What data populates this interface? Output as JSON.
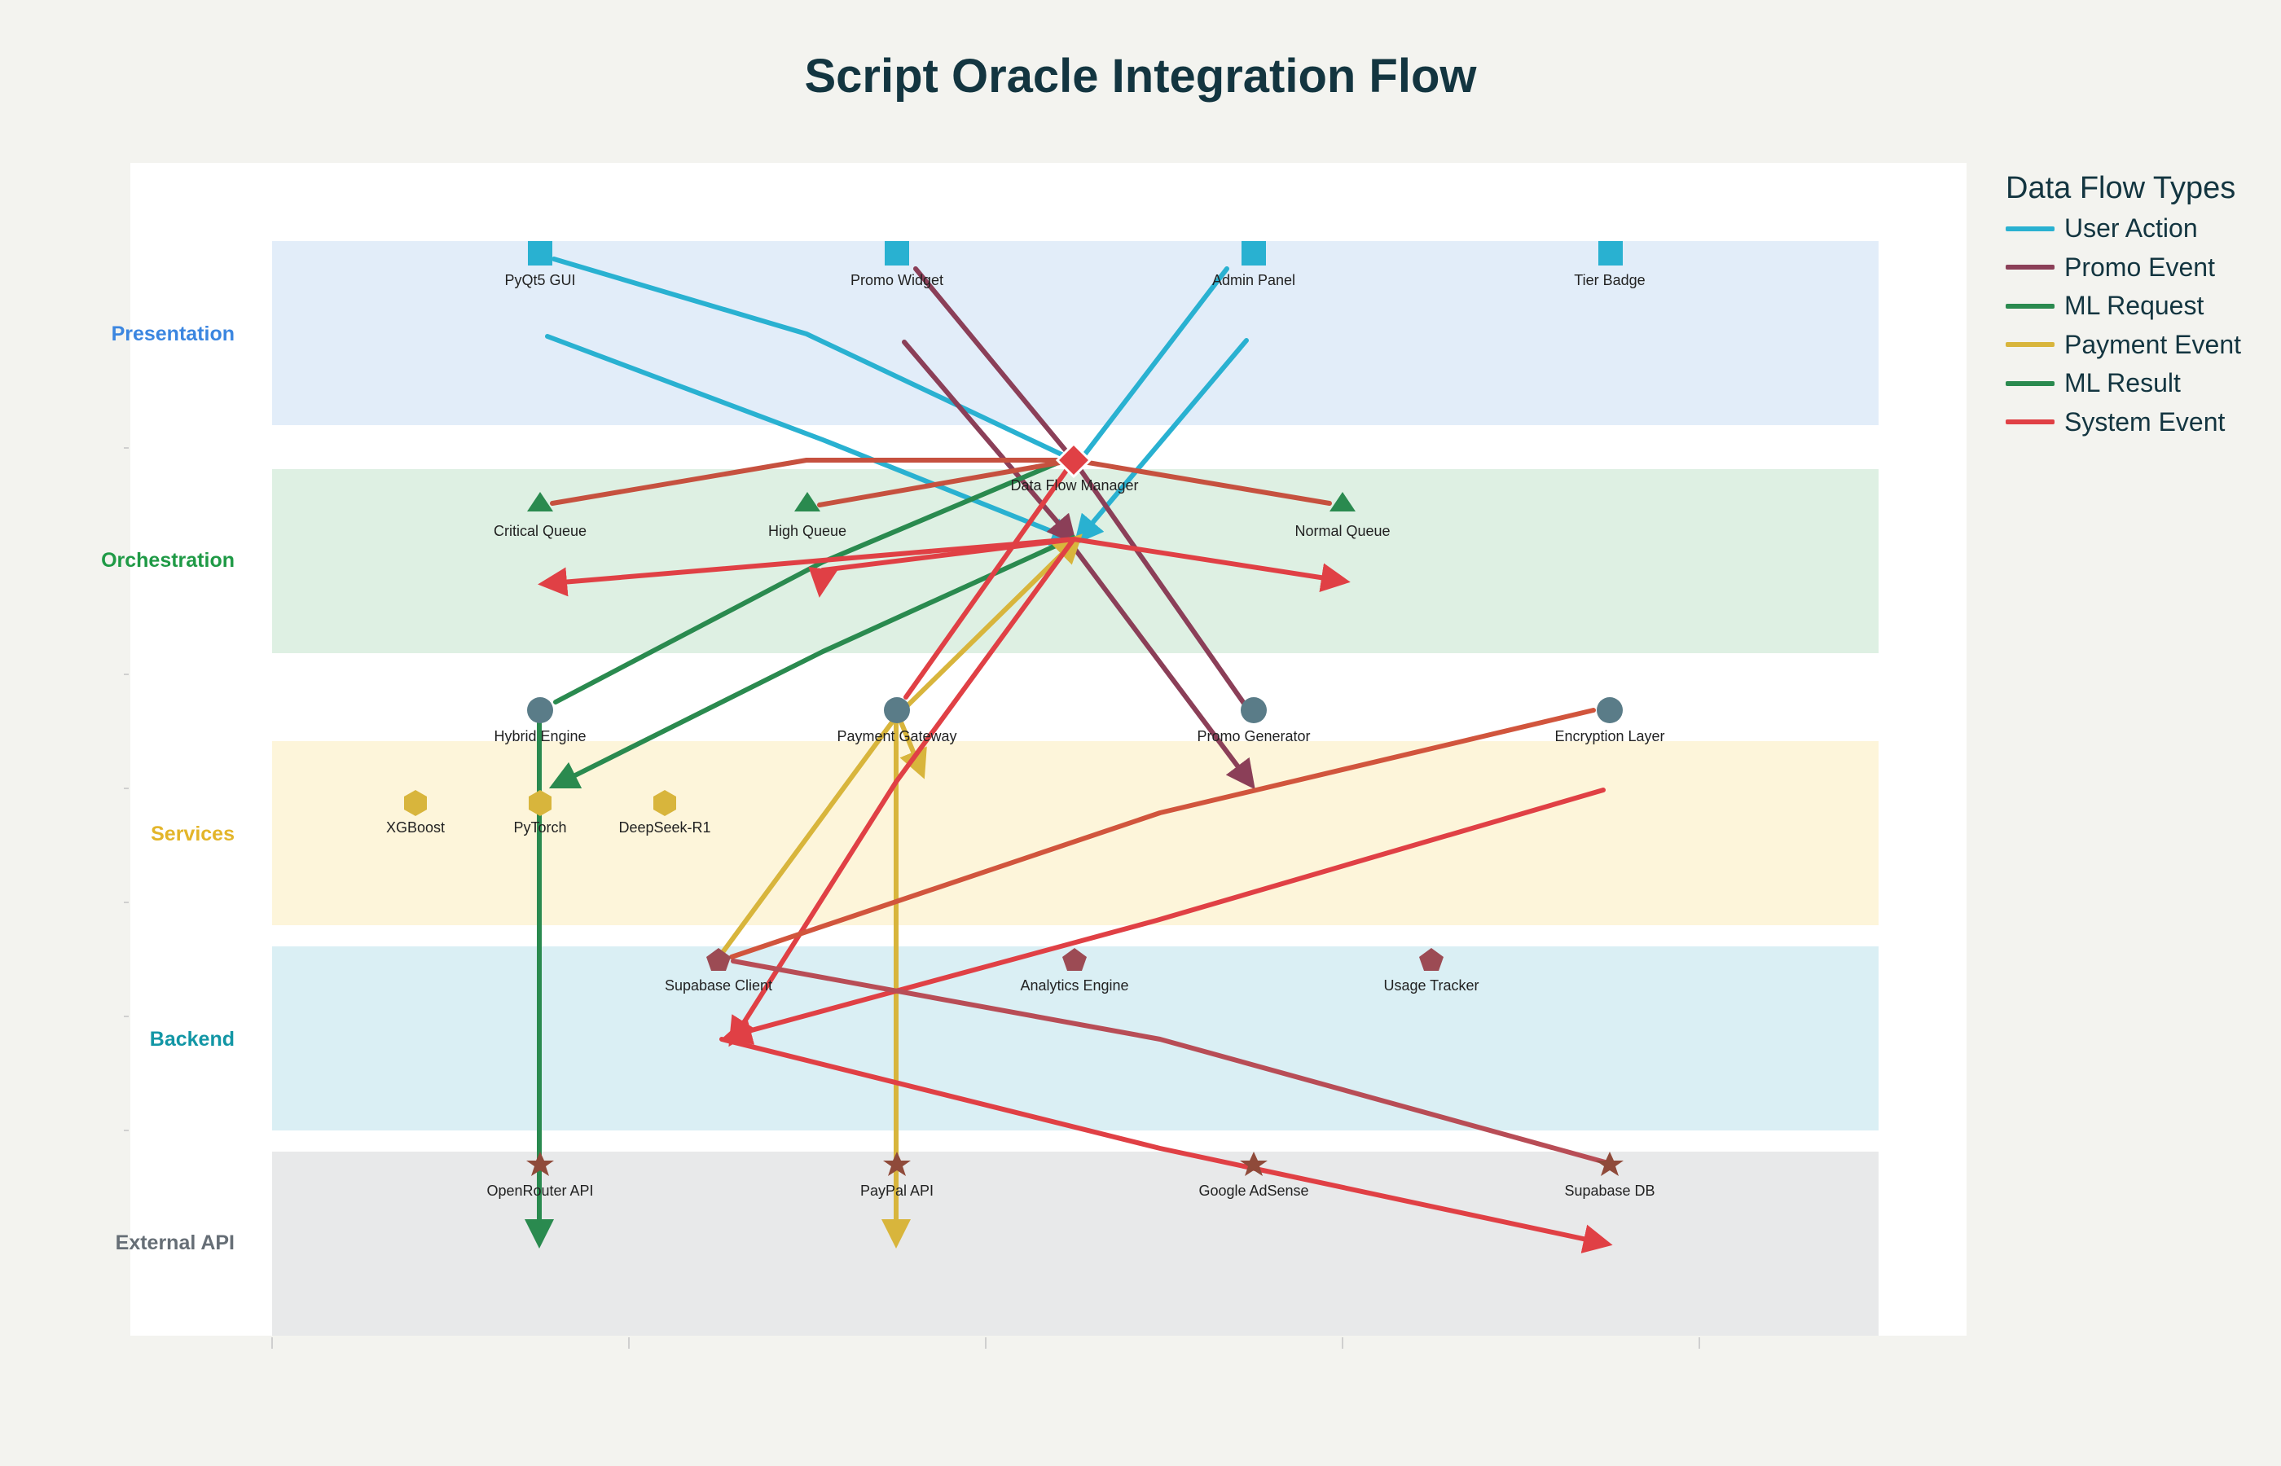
{
  "title": "Script Oracle Integration Flow",
  "layers": [
    {
      "name": "Presentation",
      "color": "#3b86e0",
      "fill": "#e2edf9"
    },
    {
      "name": "Orchestration",
      "color": "#1f9a46",
      "fill": "#def0e3"
    },
    {
      "name": "Services",
      "color": "#e3b52a",
      "fill": "#fdf5da"
    },
    {
      "name": "Backend",
      "color": "#1296a5",
      "fill": "#daeff4"
    },
    {
      "name": "External API",
      "color": "#666e76",
      "fill": "#e8e9ea"
    }
  ],
  "nodes": [
    {
      "id": "pyqt5",
      "label": "PyQt5 GUI",
      "layer": "Presentation",
      "shape": "square",
      "color": "#29b1d1"
    },
    {
      "id": "promo_widget",
      "label": "Promo Widget",
      "layer": "Presentation",
      "shape": "square",
      "color": "#29b1d1"
    },
    {
      "id": "admin_panel",
      "label": "Admin Panel",
      "layer": "Presentation",
      "shape": "square",
      "color": "#29b1d1"
    },
    {
      "id": "tier_badge",
      "label": "Tier Badge",
      "layer": "Presentation",
      "shape": "square",
      "color": "#29b1d1"
    },
    {
      "id": "dfm",
      "label": "Data Flow Manager",
      "layer": "Orchestration",
      "shape": "diamond",
      "color": "#e04045"
    },
    {
      "id": "critical_q",
      "label": "Critical Queue",
      "layer": "Orchestration",
      "shape": "triangle",
      "color": "#2a8a4f"
    },
    {
      "id": "high_q",
      "label": "High Queue",
      "layer": "Orchestration",
      "shape": "triangle",
      "color": "#2a8a4f"
    },
    {
      "id": "normal_q",
      "label": "Normal Queue",
      "layer": "Orchestration",
      "shape": "triangle",
      "color": "#2a8a4f"
    },
    {
      "id": "hybrid",
      "label": "Hybrid Engine",
      "layer": "Services",
      "shape": "circle",
      "color": "#5a7c88"
    },
    {
      "id": "payment_gw",
      "label": "Payment Gateway",
      "layer": "Services",
      "shape": "circle",
      "color": "#5a7c88"
    },
    {
      "id": "promo_gen",
      "label": "Promo Generator",
      "layer": "Services",
      "shape": "circle",
      "color": "#5a7c88"
    },
    {
      "id": "encryption",
      "label": "Encryption Layer",
      "layer": "Services",
      "shape": "circle",
      "color": "#5a7c88"
    },
    {
      "id": "xgboost",
      "label": "XGBoost",
      "layer": "Services",
      "shape": "hexagon",
      "color": "#d8b53c"
    },
    {
      "id": "pytorch",
      "label": "PyTorch",
      "layer": "Services",
      "shape": "hexagon",
      "color": "#d8b53c"
    },
    {
      "id": "deepseek",
      "label": "DeepSeek-R1",
      "layer": "Services",
      "shape": "hexagon",
      "color": "#d8b53c"
    },
    {
      "id": "supa_client",
      "label": "Supabase Client",
      "layer": "Backend",
      "shape": "pentagon",
      "color": "#9c4b54"
    },
    {
      "id": "analytics",
      "label": "Analytics Engine",
      "layer": "Backend",
      "shape": "pentagon",
      "color": "#9c4b54"
    },
    {
      "id": "usage",
      "label": "Usage Tracker",
      "layer": "Backend",
      "shape": "pentagon",
      "color": "#9c4b54"
    },
    {
      "id": "openrouter",
      "label": "OpenRouter API",
      "layer": "External API",
      "shape": "star",
      "color": "#8f4a3a"
    },
    {
      "id": "paypal",
      "label": "PayPal API",
      "layer": "External API",
      "shape": "star",
      "color": "#8f4a3a"
    },
    {
      "id": "adsense",
      "label": "Google AdSense",
      "layer": "External API",
      "shape": "star",
      "color": "#8f4a3a"
    },
    {
      "id": "supa_db",
      "label": "Supabase DB",
      "layer": "External API",
      "shape": "star",
      "color": "#8f4a3a"
    }
  ],
  "flow_types": [
    {
      "name": "User Action",
      "color": "#29b1d1"
    },
    {
      "name": "Promo Event",
      "color": "#8b3f58"
    },
    {
      "name": "ML Request",
      "color": "#2a8a4f"
    },
    {
      "name": "Payment Event",
      "color": "#d8b53c"
    },
    {
      "name": "ML Result",
      "color": "#2a8a4f"
    },
    {
      "name": "System Event",
      "color": "#e04045"
    }
  ],
  "flows": [
    {
      "from": "pyqt5",
      "to": "dfm",
      "type": "User Action"
    },
    {
      "from": "admin_panel",
      "to": "dfm",
      "type": "User Action"
    },
    {
      "from": "promo_widget",
      "to": "promo_gen",
      "type": "Promo Event"
    },
    {
      "from": "hybrid",
      "to": "dfm",
      "type": "ML Request"
    },
    {
      "from": "dfm",
      "to": "hybrid",
      "type": "ML Result"
    },
    {
      "from": "hybrid",
      "to": "openrouter",
      "type": "ML Request"
    },
    {
      "from": "payment_gw",
      "to": "paypal",
      "type": "Payment Event"
    },
    {
      "from": "supa_client",
      "to": "dfm",
      "type": "Payment Event"
    },
    {
      "from": "dfm",
      "to": "critical_q",
      "type": "System Event"
    },
    {
      "from": "dfm",
      "to": "high_q",
      "type": "System Event"
    },
    {
      "from": "dfm",
      "to": "normal_q",
      "type": "System Event"
    },
    {
      "from": "payment_gw",
      "to": "dfm",
      "type": "System Event"
    },
    {
      "from": "dfm",
      "to": "supa_client",
      "type": "System Event"
    },
    {
      "from": "encryption",
      "to": "supa_client",
      "type": "System Event"
    },
    {
      "from": "supa_client",
      "to": "supa_db",
      "type": "System Event"
    }
  ]
}
